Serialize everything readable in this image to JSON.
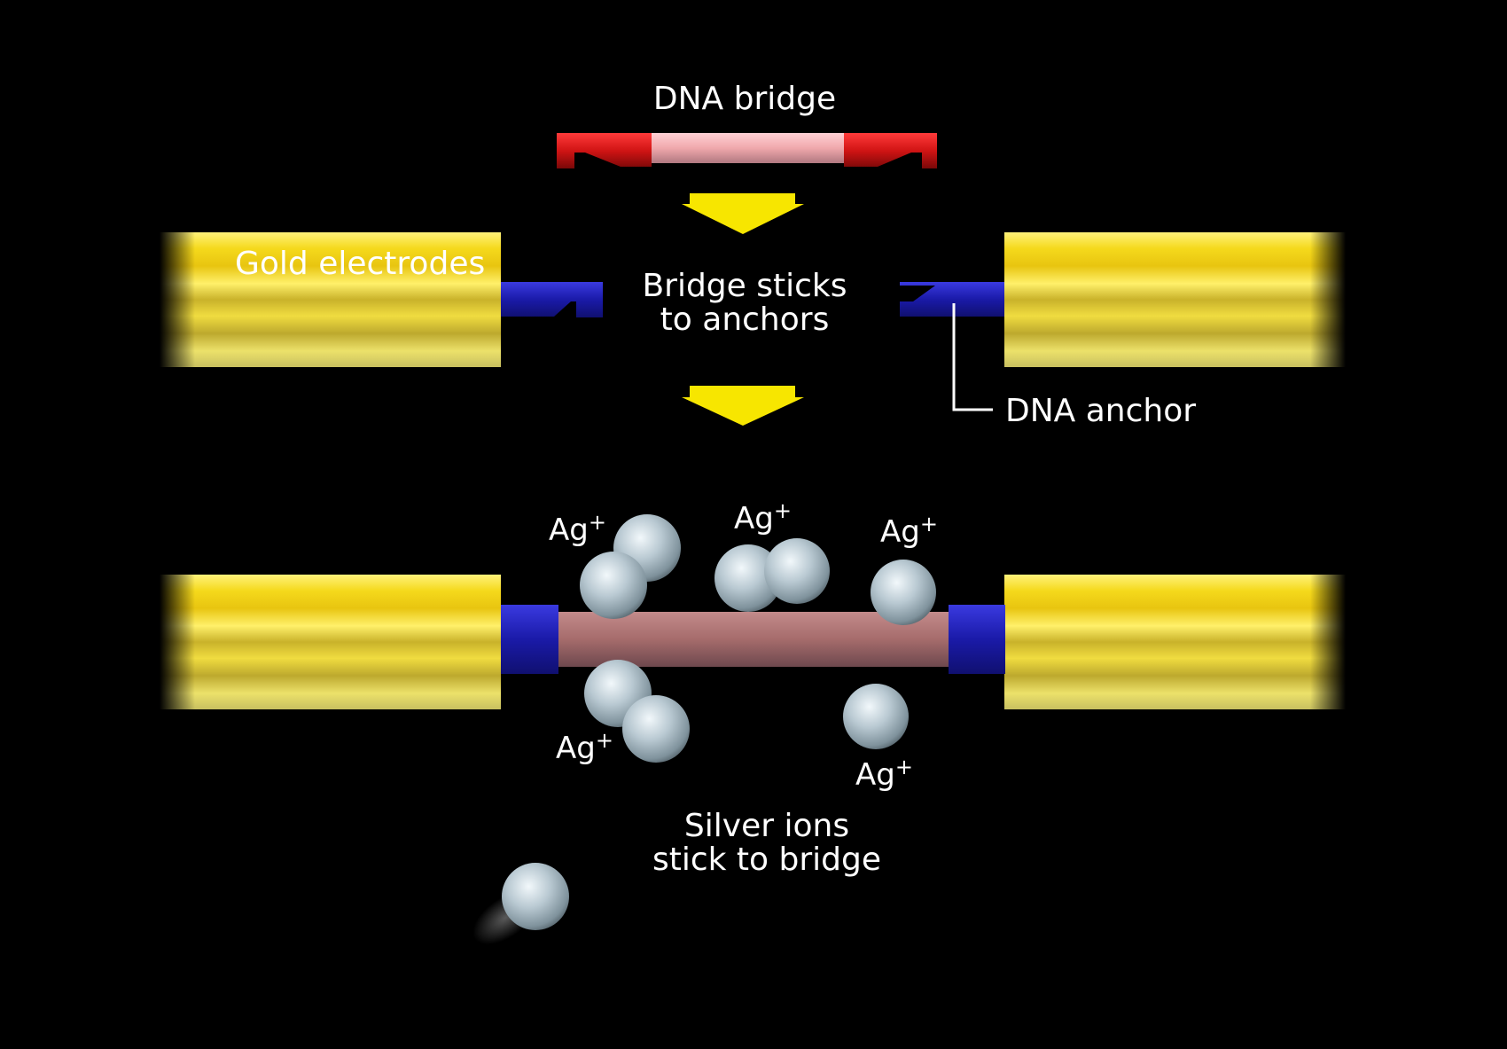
{
  "labels": {
    "dna_bridge": "DNA bridge",
    "gold_electrodes": "Gold electrodes",
    "bridge_sticks_line1": "Bridge sticks",
    "bridge_sticks_line2": "to anchors",
    "dna_anchor": "DNA anchor",
    "silver_ions_line1": "Silver ions",
    "silver_ions_line2": "stick to bridge",
    "ion_symbol": "Ag",
    "ion_charge": "+"
  },
  "colors": {
    "background": "#000000",
    "gold": "#f2d21a",
    "anchor_blue": "#1f1fb8",
    "bridge_red": "#d61a1a",
    "bridge_pink": "#f0a8ac",
    "arrow_yellow": "#f7e600",
    "silver_ion": "#b8c8d0",
    "text": "#ffffff"
  }
}
